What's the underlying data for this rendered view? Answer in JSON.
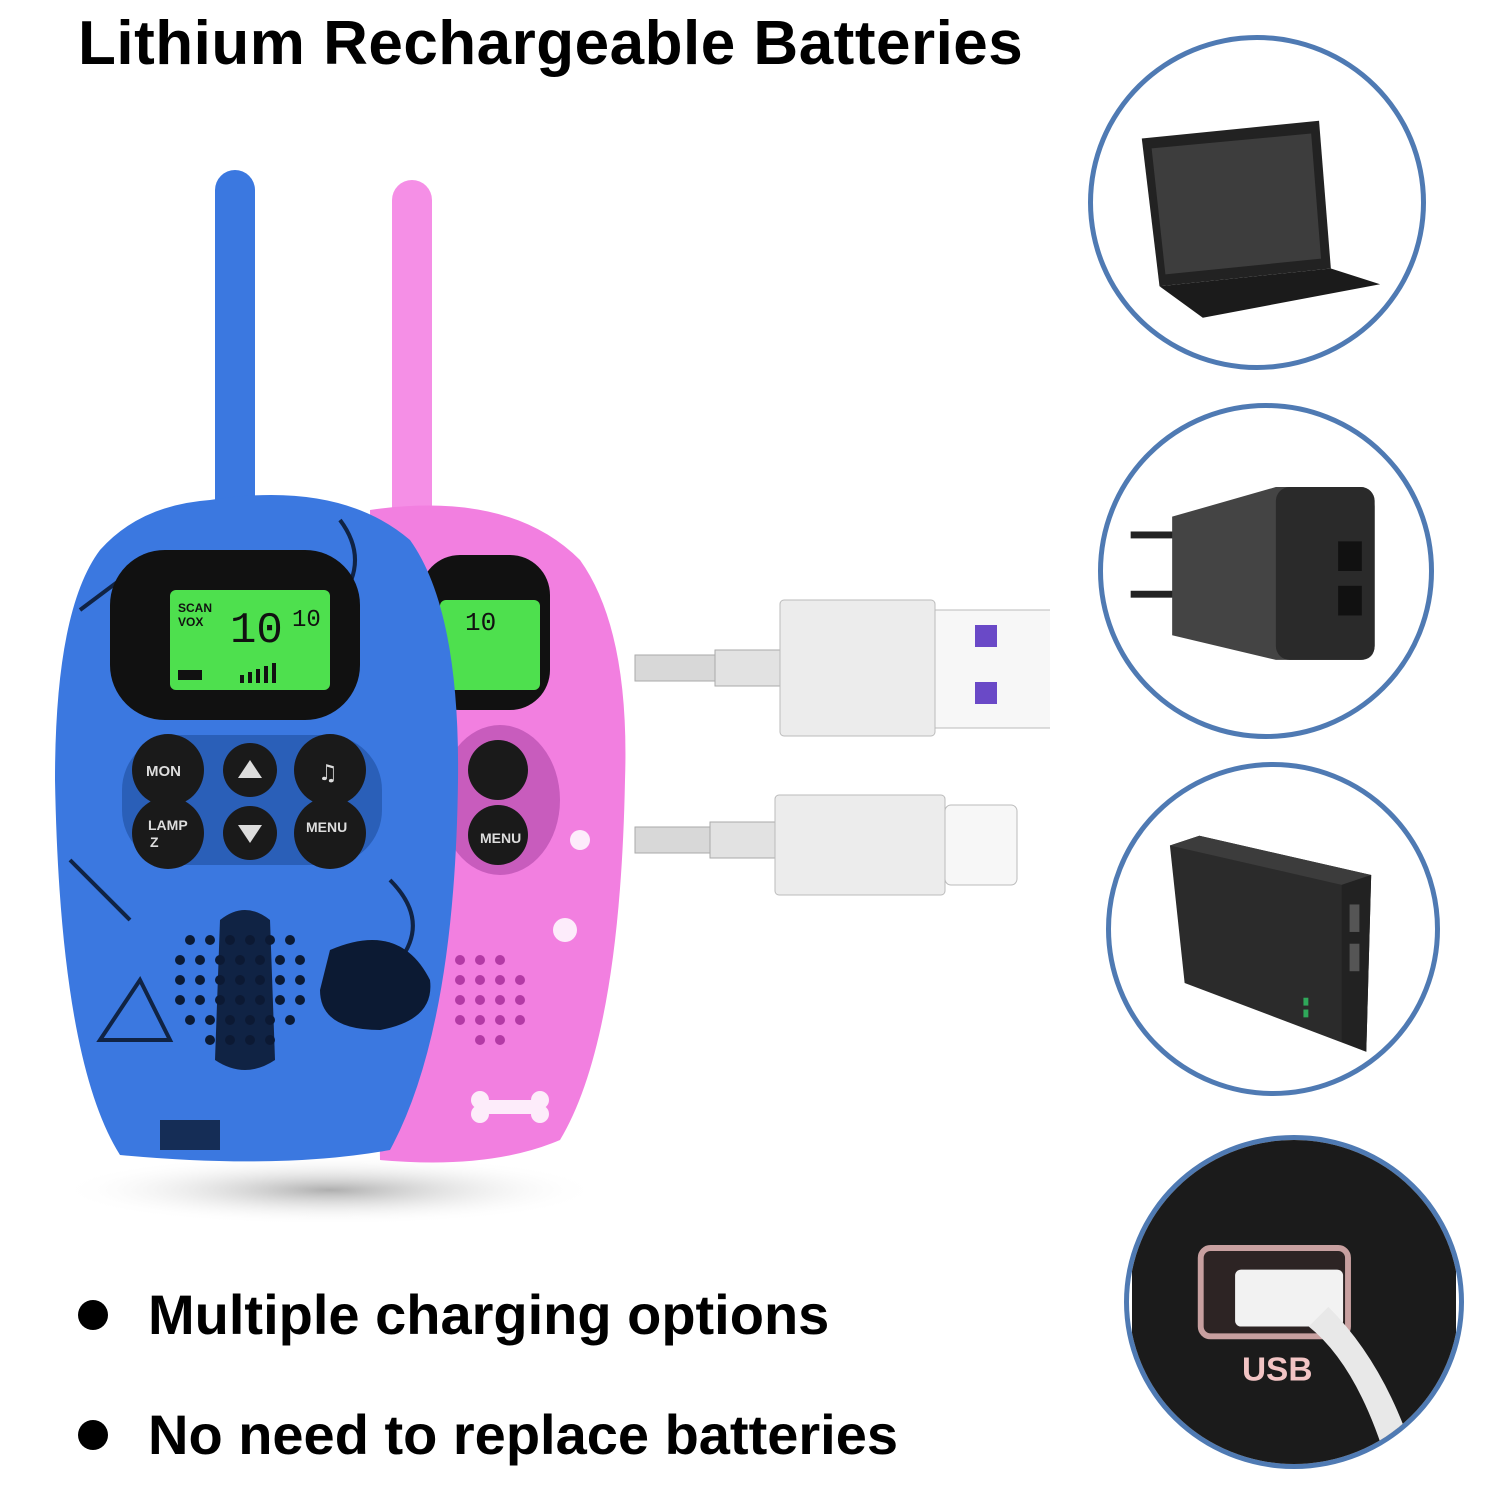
{
  "title": "Lithium Rechargeable Batteries",
  "bullets": [
    "Multiple charging options",
    "No need to replace batteries"
  ],
  "radio": {
    "display": {
      "scan": "SCAN",
      "vox": "VOX",
      "channel": "10",
      "sub_channel": "10"
    },
    "buttons": {
      "mon": "MON",
      "lamp": "LAMP",
      "lamp_sub": "Z",
      "menu": "MENU"
    }
  },
  "charging_sources": [
    {
      "name": "laptop",
      "icon": "laptop-icon"
    },
    {
      "name": "wall-charger",
      "icon": "wall-charger-icon"
    },
    {
      "name": "power-bank",
      "icon": "power-bank-icon"
    },
    {
      "name": "usb-port",
      "icon": "usb-port-icon",
      "label": "USB"
    }
  ],
  "colors": {
    "circle_border": "#4f7ab3",
    "radio_blue": "#3b78e0",
    "radio_pink": "#f27fe0",
    "lcd": "#4ee04e"
  }
}
